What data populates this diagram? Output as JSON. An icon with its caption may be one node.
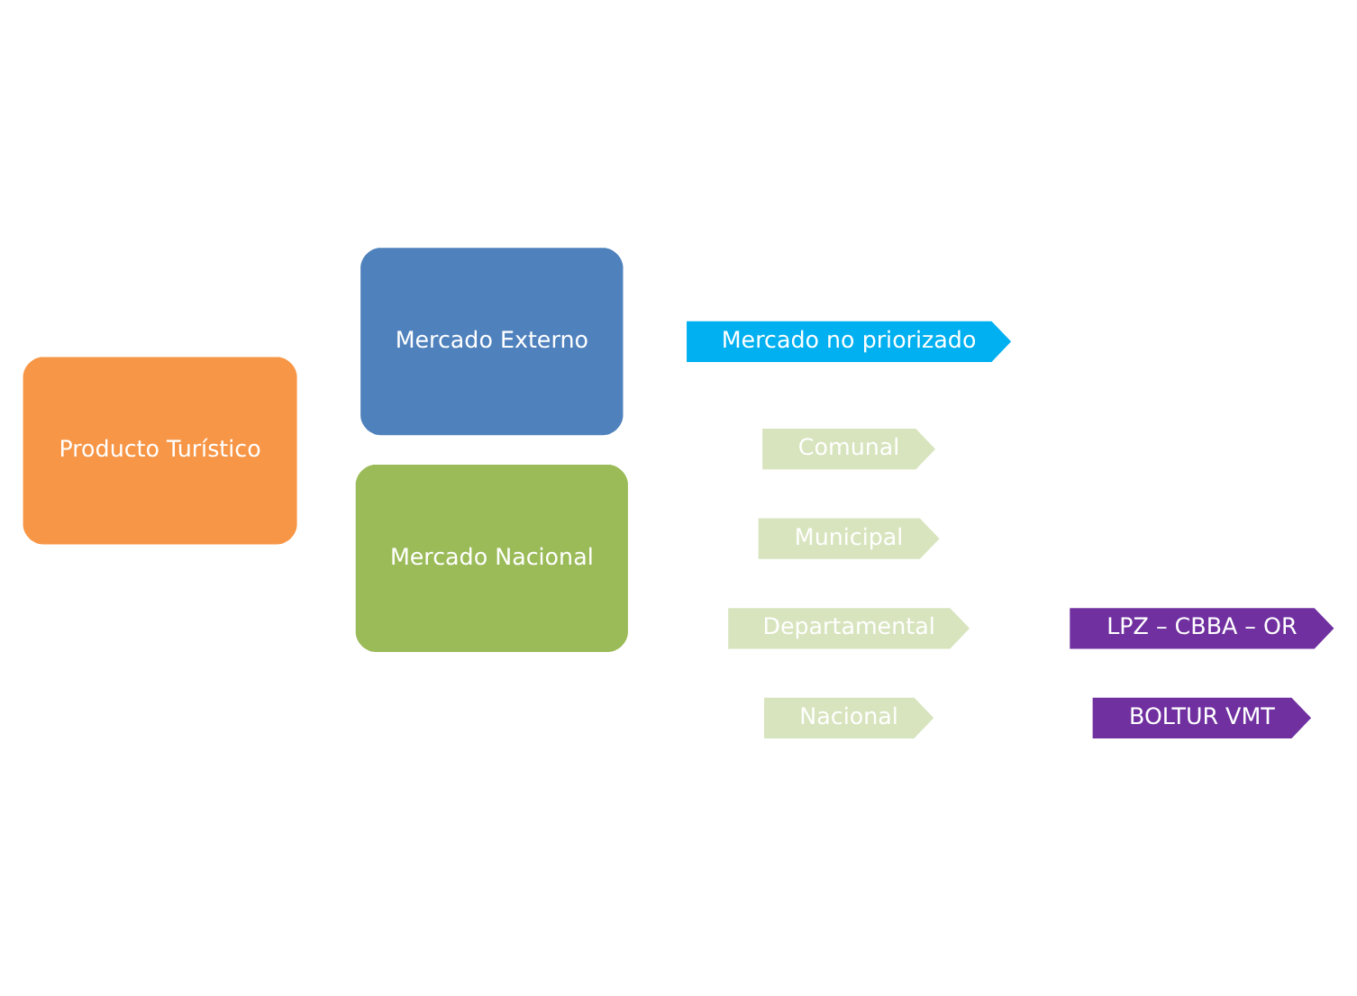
{
  "diagram": {
    "nodes": [
      {
        "text": [
          "Producto Turístico"
        ]
      },
      {
        "text": [
          "Mercado Externo"
        ]
      },
      {
        "text": [
          "Mercado no priorizado"
        ]
      },
      {
        "text": [
          "Mercado Nacional"
        ]
      },
      {
        "text": [
          "Comunal"
        ]
      },
      {
        "text": [
          "Municipal"
        ]
      },
      {
        "text": [
          "Departamental"
        ]
      },
      {
        "text": [
          "Nacional"
        ]
      },
      {
        "text": [
          "LPZ – CBBA – OR"
        ]
      },
      {
        "text": [
          "BOLTUR VMT"
        ]
      }
    ]
  }
}
